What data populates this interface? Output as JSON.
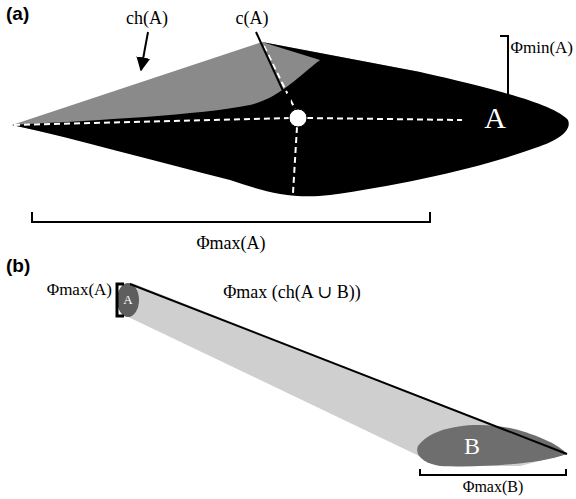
{
  "diagram": {
    "nodes": [
      {
        "text": [
          "A"
        ]
      },
      {
        "text": [
          "A"
        ]
      },
      {
        "text": [
          "B"
        ]
      }
    ],
    "labels": [
      "(a)",
      "ch(A)",
      "c(A)",
      "Φmin(A)",
      "Φmax(A)",
      "(b)",
      "Φmax(A)",
      "Φmax (ch(A ∪ B))",
      "Φmax(B)"
    ]
  }
}
